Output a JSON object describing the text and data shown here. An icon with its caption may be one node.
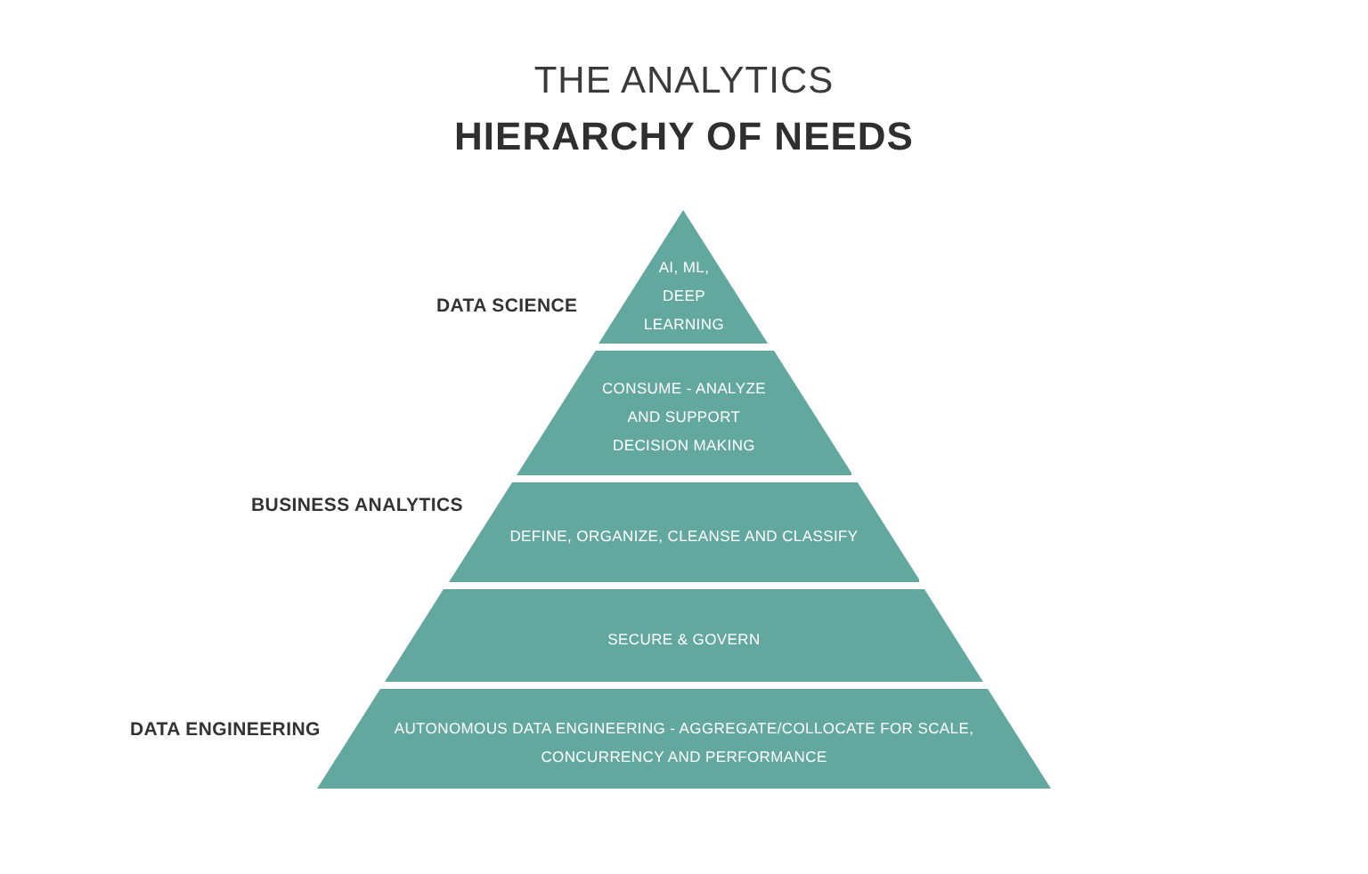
{
  "diagram": {
    "title": "THE ANALYTICS **HIERARCHY OF NEEDS**",
    "nodes": [
      {
        "text": [
          "AI, ML, DEEP LEARNING"
        ]
      },
      {
        "text": [
          "CONSUME - ANALYZE AND SUPPORT DECISION MAKING"
        ]
      },
      {
        "text": [
          "DEFINE, ORGANIZE, CLEANSE AND CLASSIFY"
        ]
      },
      {
        "text": [
          "SECURE & GOVERN"
        ]
      },
      {
        "text": [
          "AUTONOMOUS DATA ENGINEERING - AGGREGATE/COLLOCATE FOR SCALE, CONCURRENCY AND PERFORMANCE"
        ]
      }
    ],
    "labels": [
      "DATA SCIENCE",
      "BUSINESS ANALYTICS",
      "DATA ENGINEERING"
    ]
  }
}
